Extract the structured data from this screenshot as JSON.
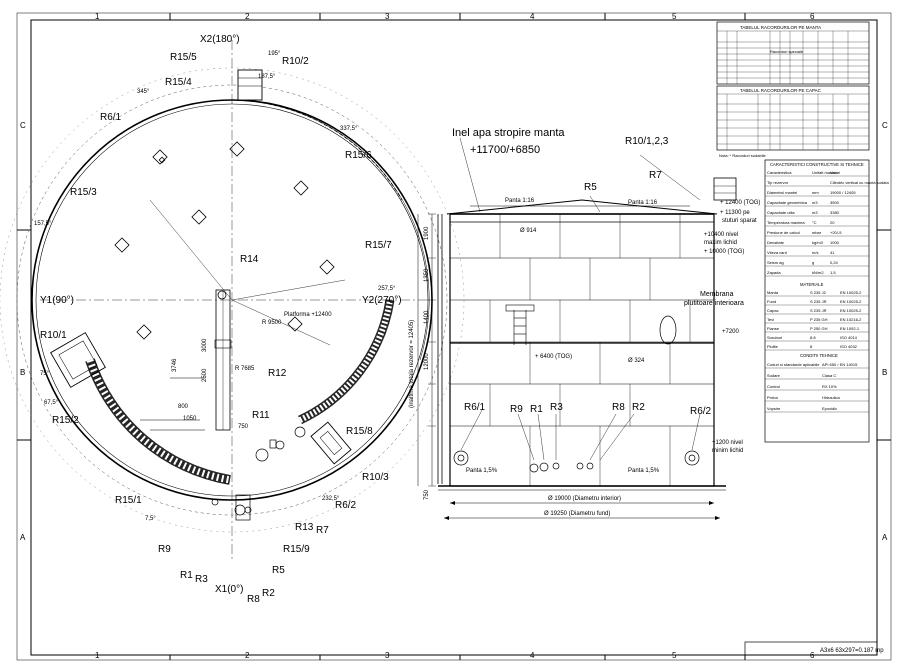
{
  "frame": {
    "columns": [
      "1",
      "2",
      "3",
      "4",
      "5",
      "6"
    ],
    "rows": [
      "C",
      "B",
      "A"
    ],
    "sheet_label": "A3x6 63x297=0.187 mp"
  },
  "plan_view": {
    "labels": {
      "x2": "X2(180°)",
      "x1": "X1(0°)",
      "y1": "Y1(90°)",
      "y2": "Y2(270°)",
      "r10_2": "R10/2",
      "r15_5": "R15/5",
      "r15_4": "R15/4",
      "r6_1": "R6/1",
      "r15_3": "R15/3",
      "r15_6": "R15/6",
      "r15_7": "R15/7",
      "r14": "R14",
      "r10_1": "R10/1",
      "r15_2": "R15/2",
      "r15_1": "R15/1",
      "r9": "R9",
      "r1": "R1",
      "r3": "R3",
      "r8": "R8",
      "r2": "R2",
      "r5": "R5",
      "r15_9": "R15/9",
      "r13": "R13",
      "r7": "R7",
      "r6_2": "R6/2",
      "r10_3": "R10/3",
      "r15_8": "R15/8",
      "r11": "R11",
      "r12": "R12"
    },
    "dims": {
      "platforma": "Platforma +12400",
      "d3746": "3746",
      "d3000": "3000",
      "d2500": "2500",
      "d800": "800",
      "d1050": "1050",
      "d750": "750",
      "r9500": "R 9500",
      "r7685": "R 7685",
      "a187": "187,5°",
      "a195": "195°",
      "a157": "157,5°",
      "a345": "345°",
      "a75": "75°",
      "a67": "67,5°",
      "a257": "257,5°",
      "a232": "232,5°",
      "a337": "337,5°",
      "a7": "7,5°"
    }
  },
  "elevation": {
    "title_line1": "Inel apa stropire manta",
    "title_line2": "+11700/+6850",
    "labels": {
      "r10_123": "R10/1,2,3",
      "r7": "R7",
      "r5": "R5",
      "r6_1": "R6/1",
      "r9": "R9",
      "r1": "R1",
      "r3": "R3",
      "r8": "R8",
      "r2": "R2",
      "r6_2": "R6/2",
      "membrana": "Membrana",
      "membrana2": "plutitoare interioara"
    },
    "dims": {
      "panta1": "Panta 1:16",
      "panta2": "Panta 1:16",
      "top": "+ 12400 (TOG)",
      "ptop": "+ 11300 pe",
      "ptop2": "stuturi sparat",
      "nivel_max": "+10400 nivel",
      "nivel_max2": "maxim lichid",
      "nivel_tog": "+ 10000 (TOG)",
      "d914": "Ø 914",
      "d7200": "+7200",
      "d324": "Ø 324",
      "d6400": "+ 6400 (TOG)",
      "nivel_min": "+1200 nivel",
      "nivel_min2": "minim lichid",
      "panta_bot1": "Panta 1,5%",
      "panta_bot2": "Panta 1,5%",
      "diam_int": "Ø 19000 (Diametru interior)",
      "diam_fund": "Ø 19250 (Diametru fund)",
      "h_total": "(inaltime totala rezervor = 12405)",
      "h_12000": "12000",
      "d750": "750",
      "d1900": "1900",
      "d1350": "1350",
      "d1400": "1400"
    }
  },
  "tables": {
    "t1_title": "TABELUL RACORDURILOR PE MANTA",
    "t1_sub": "Racorduri speciale",
    "t2_title": "TABELUL RACORDURILOR PE CAPAC",
    "note": "Nota: * Racorduri sudabile",
    "t3_title": "CARACTERISTICI CONSTRUCTIVE SI TEHNICE",
    "t3_rows": [
      [
        "Caracteristica",
        "Unitati masura",
        "Valori"
      ],
      [
        "Tip rezervor",
        "",
        "Cilindric vertical cu manta sudata"
      ],
      [
        "Diametrul mantei",
        "mm",
        "19000 / 12405"
      ],
      [
        "Capacitate geometrica",
        "m3",
        "3500"
      ],
      [
        "Capacitate utila",
        "m3",
        "3380"
      ],
      [
        "Temperatura maxima",
        "°C",
        "20"
      ],
      [
        "Presiune de calcul",
        "mbar",
        "+20/-5"
      ],
      [
        "Densitate",
        "kg/m3",
        "1000"
      ],
      [
        "Viteza vant",
        "m/s",
        "41"
      ],
      [
        "Seism ag",
        "g",
        "0,24"
      ],
      [
        "Zapada",
        "kN/m2",
        "1,5"
      ]
    ],
    "t4_title": "MATERIALE",
    "t4_rows": [
      [
        "Manta",
        "S 235 J2",
        "EN 10025-2"
      ],
      [
        "Fund",
        "S 235 JR",
        "EN 10025-2"
      ],
      [
        "Capac",
        "S 235 JR",
        "EN 10025-2"
      ],
      [
        "Tevi",
        "P 235 GH",
        "EN 10216-2"
      ],
      [
        "Flanse",
        "P 250 GH",
        "EN 1092-1"
      ],
      [
        "Suruburi",
        "8.8",
        "ISO 4014"
      ],
      [
        "Piulite",
        "8",
        "ISO 4032"
      ]
    ],
    "t5_title": "CONDITII TEHNICE",
    "t5_rows": [
      [
        "Coduri si standarde aplicabile",
        "API 650 / EN 14015"
      ],
      [
        "Sudare",
        "Clasa C"
      ],
      [
        "Control",
        "RX 10%"
      ],
      [
        "Proba",
        "Hidraulica"
      ],
      [
        "Vopsire",
        "Epoxidic"
      ]
    ]
  }
}
